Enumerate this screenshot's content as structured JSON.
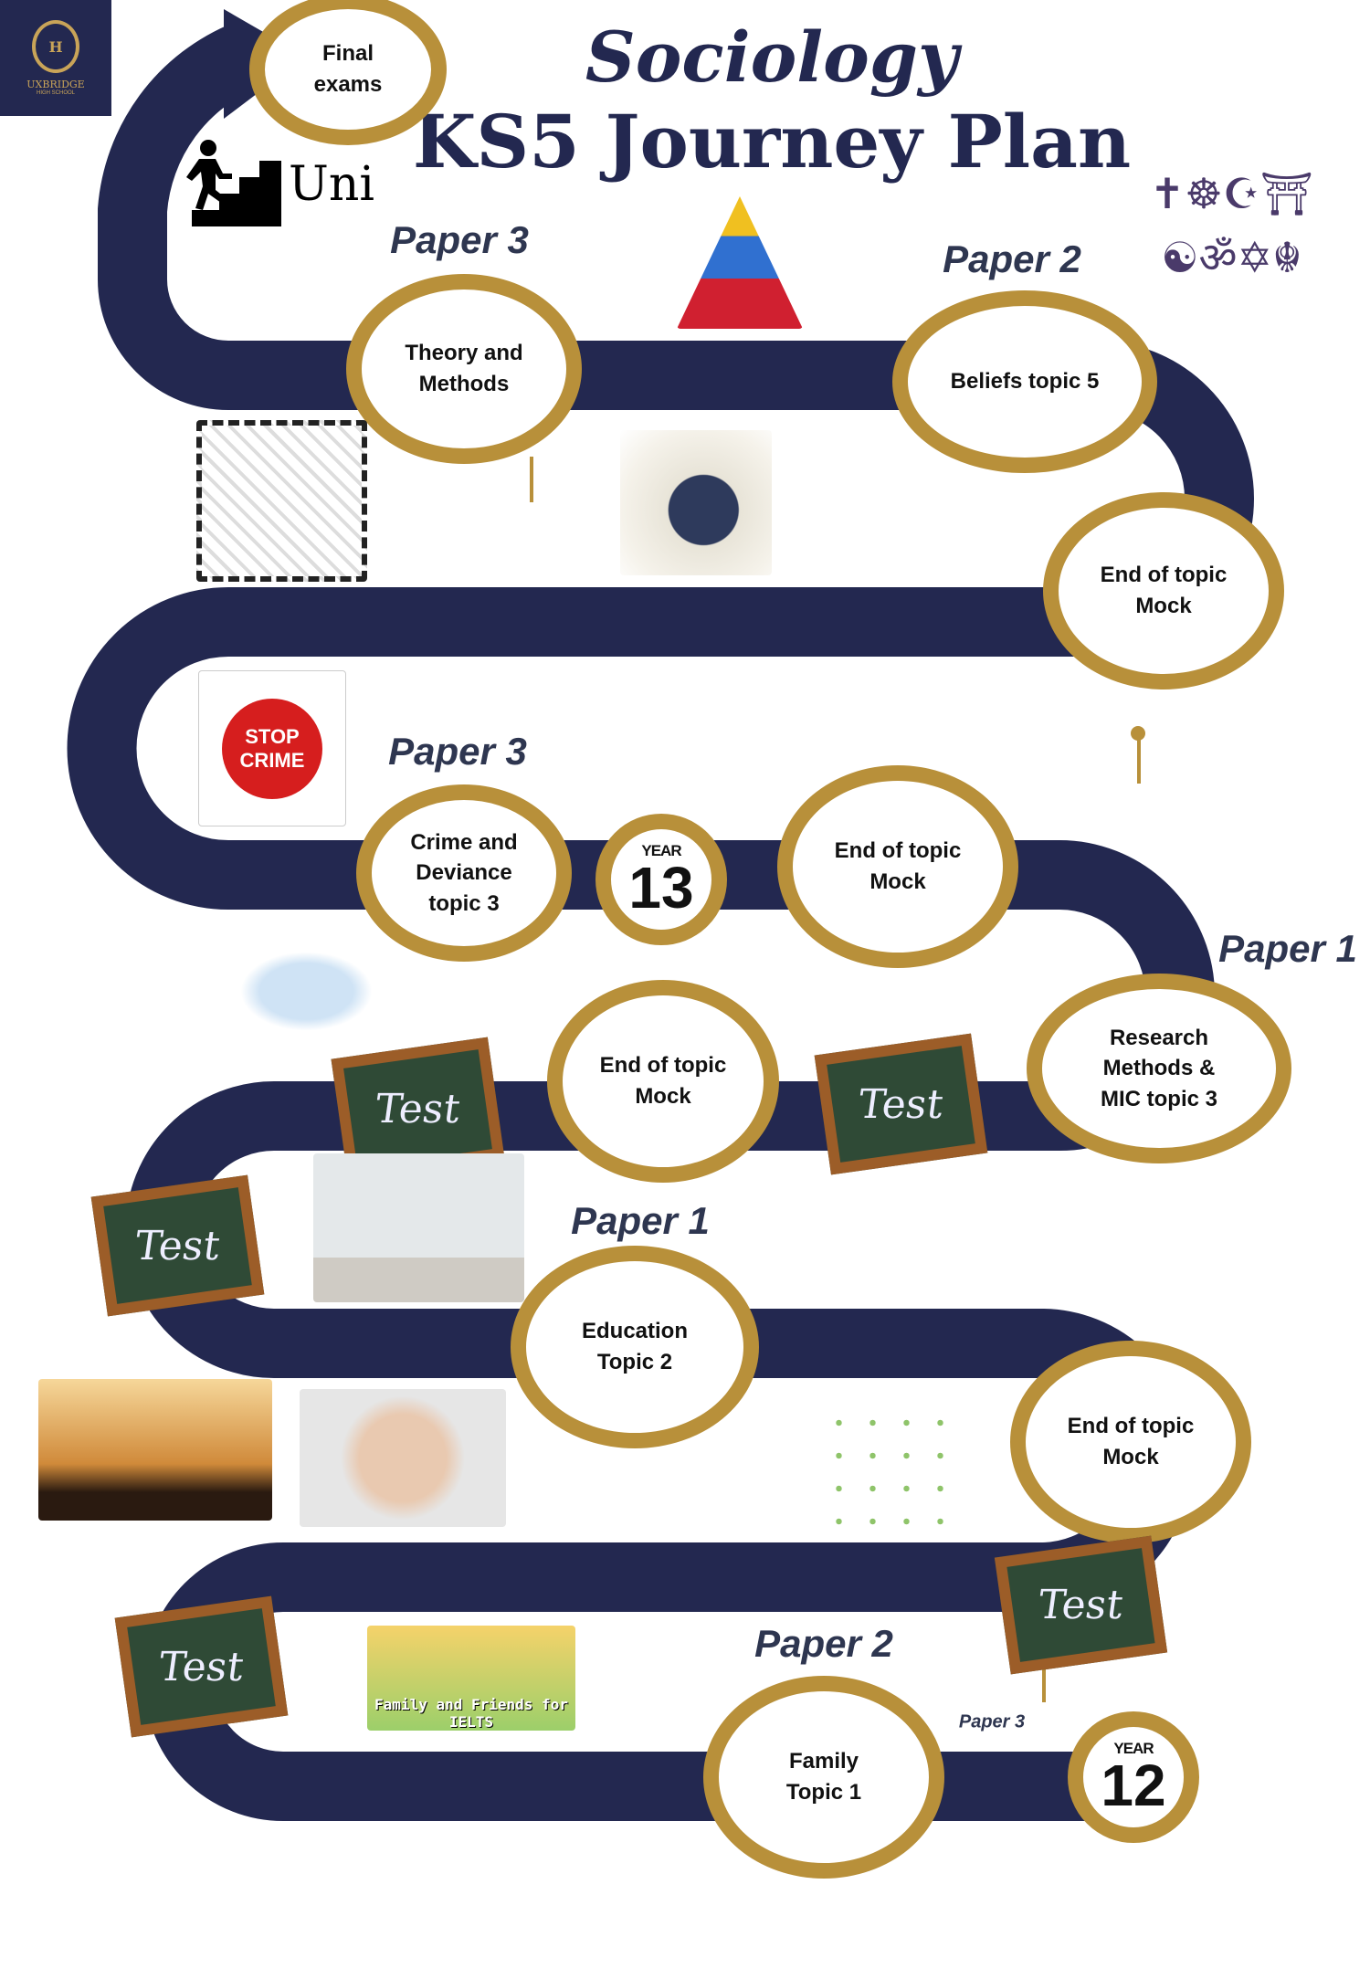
{
  "header": {
    "title_line1": "Sociology",
    "title_line2": "KS5 Journey Plan",
    "logo_text": "UXBRIDGE",
    "logo_subtext": "HIGH SCHOOL"
  },
  "uni_label": "Uni",
  "stops": {
    "final": "Final\nexams",
    "theory": "Theory and\nMethods",
    "beliefs": "Beliefs topic 5",
    "mock1": "End of topic\nMock",
    "crime": "Crime and\nDeviance\ntopic 3",
    "mock2": "End of topic\nMock",
    "research": "Research\nMethods &\nMIC topic 3",
    "mock3": "End of topic\nMock",
    "education": "Education\nTopic 2",
    "mock4": "End of topic\nMock",
    "family": "Family\nTopic 1"
  },
  "years": [
    {
      "label": "YEAR",
      "number": "13"
    },
    {
      "label": "YEAR",
      "number": "12"
    }
  ],
  "papers": [
    "Paper 3",
    "Paper 2",
    "Paper 3",
    "Paper 1",
    "Paper 1",
    "Paper 2",
    "Paper 3"
  ],
  "test_label": "Test",
  "images": {
    "stop_crime": "STOP CRIME",
    "family_friends": "Family and Friends for IELTS"
  },
  "colors": {
    "navy": "#232850",
    "gold": "#b8903a"
  }
}
